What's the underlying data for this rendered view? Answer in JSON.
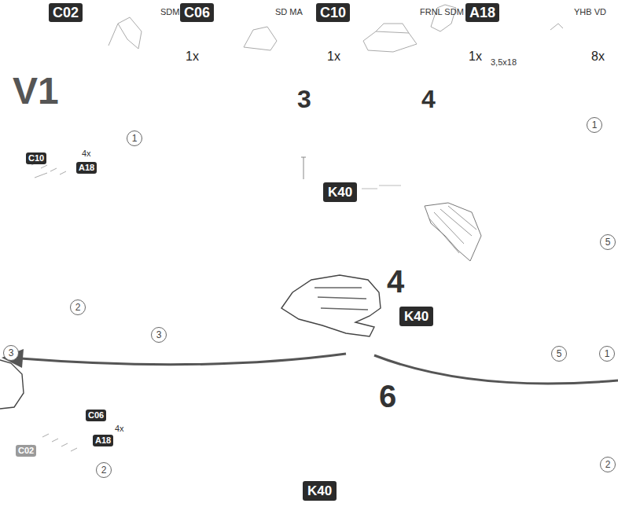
{
  "diagram": {
    "nodes": [
      {
        "text": [
          "C02"
        ]
      },
      {
        "text": [
          "C06"
        ]
      },
      {
        "text": [
          "C10"
        ]
      },
      {
        "text": [
          "A18"
        ]
      },
      {
        "text": [
          "C10"
        ]
      },
      {
        "text": [
          "A18"
        ]
      },
      {
        "text": [
          "K40"
        ]
      },
      {
        "text": [
          "K40"
        ]
      },
      {
        "text": [
          "C06"
        ]
      },
      {
        "text": [
          "A18"
        ]
      },
      {
        "text": [
          "C02"
        ]
      },
      {
        "text": [
          "K40"
        ]
      }
    ],
    "labels": [
      "SDM",
      "SD MA",
      "FRNL SDM",
      "YHB VD",
      "1x",
      "1x",
      "1x",
      "3,5x18",
      "8x",
      "V1",
      "4x",
      "1",
      "3",
      "4",
      "1",
      "5",
      "2",
      "3",
      "4",
      "6",
      "3",
      "5",
      "1",
      "4x",
      "2",
      "2"
    ]
  }
}
